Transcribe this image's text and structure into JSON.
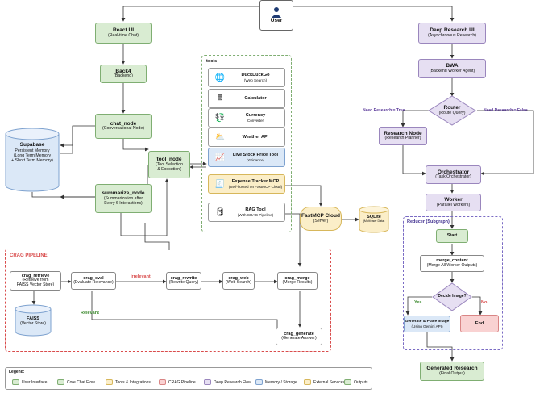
{
  "user": {
    "label": "User"
  },
  "nodes": {
    "react_ui": {
      "title": "React UI",
      "sub": "(Real-time Chat)"
    },
    "back4": {
      "title": "Back4",
      "sub": "(Backend)"
    },
    "chat_node": {
      "title": "chat_node",
      "sub": "(Conversational Node)"
    },
    "tool_node": {
      "title": "tool_node",
      "sub": "(Tool Selection\n& Execution)"
    },
    "supabase": {
      "title": "Supabase",
      "sub": "Persistent Memory\n(Long Term Memory\n+ Short Term Memory)"
    },
    "summarize_node": {
      "title": "summarize_node",
      "sub": "(Summarization after\nEvery 6 Interactions)"
    },
    "fastmcp": {
      "title": "FastMCP Cloud",
      "sub": "(Server)"
    },
    "sqlite": {
      "title": "SQLite",
      "sub": "(Multi user Data)"
    },
    "deep_ui": {
      "title": "Deep Research UI",
      "sub": "(Asynchronous Research)"
    },
    "bwa": {
      "title": "BWA",
      "sub": "(Backend Worker Agent)"
    },
    "router": {
      "title": "Router",
      "sub": "(Route Query)"
    },
    "research_node": {
      "title": "Research Node",
      "sub": "(Research Planner)"
    },
    "orchestrator": {
      "title": "Orchestrator",
      "sub": "(Task Orchestrator)"
    },
    "worker": {
      "title": "Worker",
      "sub": "(Parallel Workers)"
    },
    "start": {
      "title": "Start"
    },
    "merge_content": {
      "title": "merge_content",
      "sub": "(Merge All Worker Outputs)"
    },
    "decide_image": {
      "title": "Decide Image?"
    },
    "generate_place": {
      "title": "Generate & Place Image",
      "sub": "(Using Gemini API)"
    },
    "end": {
      "title": "End"
    },
    "generated_research": {
      "title": "Generated Research",
      "sub": "(Final Output)"
    },
    "crag_retrieve": {
      "title": "crag_retrieve",
      "sub": "(Retrieve from\nFAISS Vector Store)"
    },
    "faiss": {
      "title": "FAISS",
      "sub": "(Vector Store)"
    },
    "crag_eval": {
      "title": "crag_eval",
      "sub": "(Evaluate Relevance)"
    },
    "crag_rewrite": {
      "title": "crag_rewrite",
      "sub": "(Rewrite Query)"
    },
    "crag_web": {
      "title": "crag_web",
      "sub": "(Web Search)"
    },
    "crag_merge": {
      "title": "crag_merge",
      "sub": "(Merge Results)"
    },
    "crag_generate": {
      "title": "crag_generate",
      "sub": "(Generate Answer)"
    }
  },
  "tools": {
    "title": "tools",
    "items": [
      {
        "title": "DuckDuckGo",
        "sub": "(Web Search)",
        "icon": "globe-icon",
        "glyph": "🌐",
        "style": "white"
      },
      {
        "title": "Calculator",
        "sub": "",
        "icon": "calculator-icon",
        "glyph": "🖩",
        "style": "white"
      },
      {
        "title": "Currency",
        "sub": "Converter",
        "icon": "currency-icon",
        "glyph": "💱",
        "style": "white"
      },
      {
        "title": "Weather API",
        "sub": "",
        "icon": "weather-icon",
        "glyph": "⛅",
        "style": "white"
      },
      {
        "title": "Live Stock Price Tool",
        "sub": "(YFinance)",
        "icon": "chart-icon",
        "glyph": "📈",
        "style": "blue"
      },
      {
        "title": "Expense Tracker MCP",
        "sub": "(Self-hosted on FastMCP Cloud)",
        "icon": "receipt-icon",
        "glyph": "🧾",
        "style": "yellow"
      },
      {
        "title": "RAG Tool",
        "sub": "(With CRAG Pipeline)",
        "icon": "database-icon",
        "glyph": "🛢",
        "style": "white"
      }
    ]
  },
  "labels": {
    "need_true": "Need Research = True",
    "need_false": "Need Research = False",
    "reducer": "Reducer (Subgraph)",
    "yes": "Yes",
    "no": "No",
    "crag_pipeline": "CRAG PIPELINE",
    "irrelevant": "Irrelevant",
    "relevant": "Relevant"
  },
  "legend": {
    "title": "Legend:",
    "items": [
      {
        "label": "User Interface",
        "fill": "#d9ecd2",
        "stroke": "#7fae72"
      },
      {
        "label": "Core Chat Flow",
        "fill": "#d9ecd2",
        "stroke": "#7fae72"
      },
      {
        "label": "Tools & Integrations",
        "fill": "#fbeec8",
        "stroke": "#d7b75b"
      },
      {
        "label": "CRAG Pipeline",
        "fill": "#f9d2d2",
        "stroke": "#d98585"
      },
      {
        "label": "Deep Research Flow",
        "fill": "#e6dff2",
        "stroke": "#9a86bd"
      },
      {
        "label": "Memory / Storage",
        "fill": "#dbe8f7",
        "stroke": "#7ea2cf"
      },
      {
        "label": "External Services",
        "fill": "#fbeec8",
        "stroke": "#d7b75b"
      },
      {
        "label": "Outputs",
        "fill": "#d9ecd2",
        "stroke": "#7fae72"
      }
    ]
  },
  "colors": {
    "green": "#7fae72",
    "purple": "#9a86bd",
    "red": "#d94c4c",
    "blue": "#7ea2cf",
    "edge": "#333333"
  }
}
